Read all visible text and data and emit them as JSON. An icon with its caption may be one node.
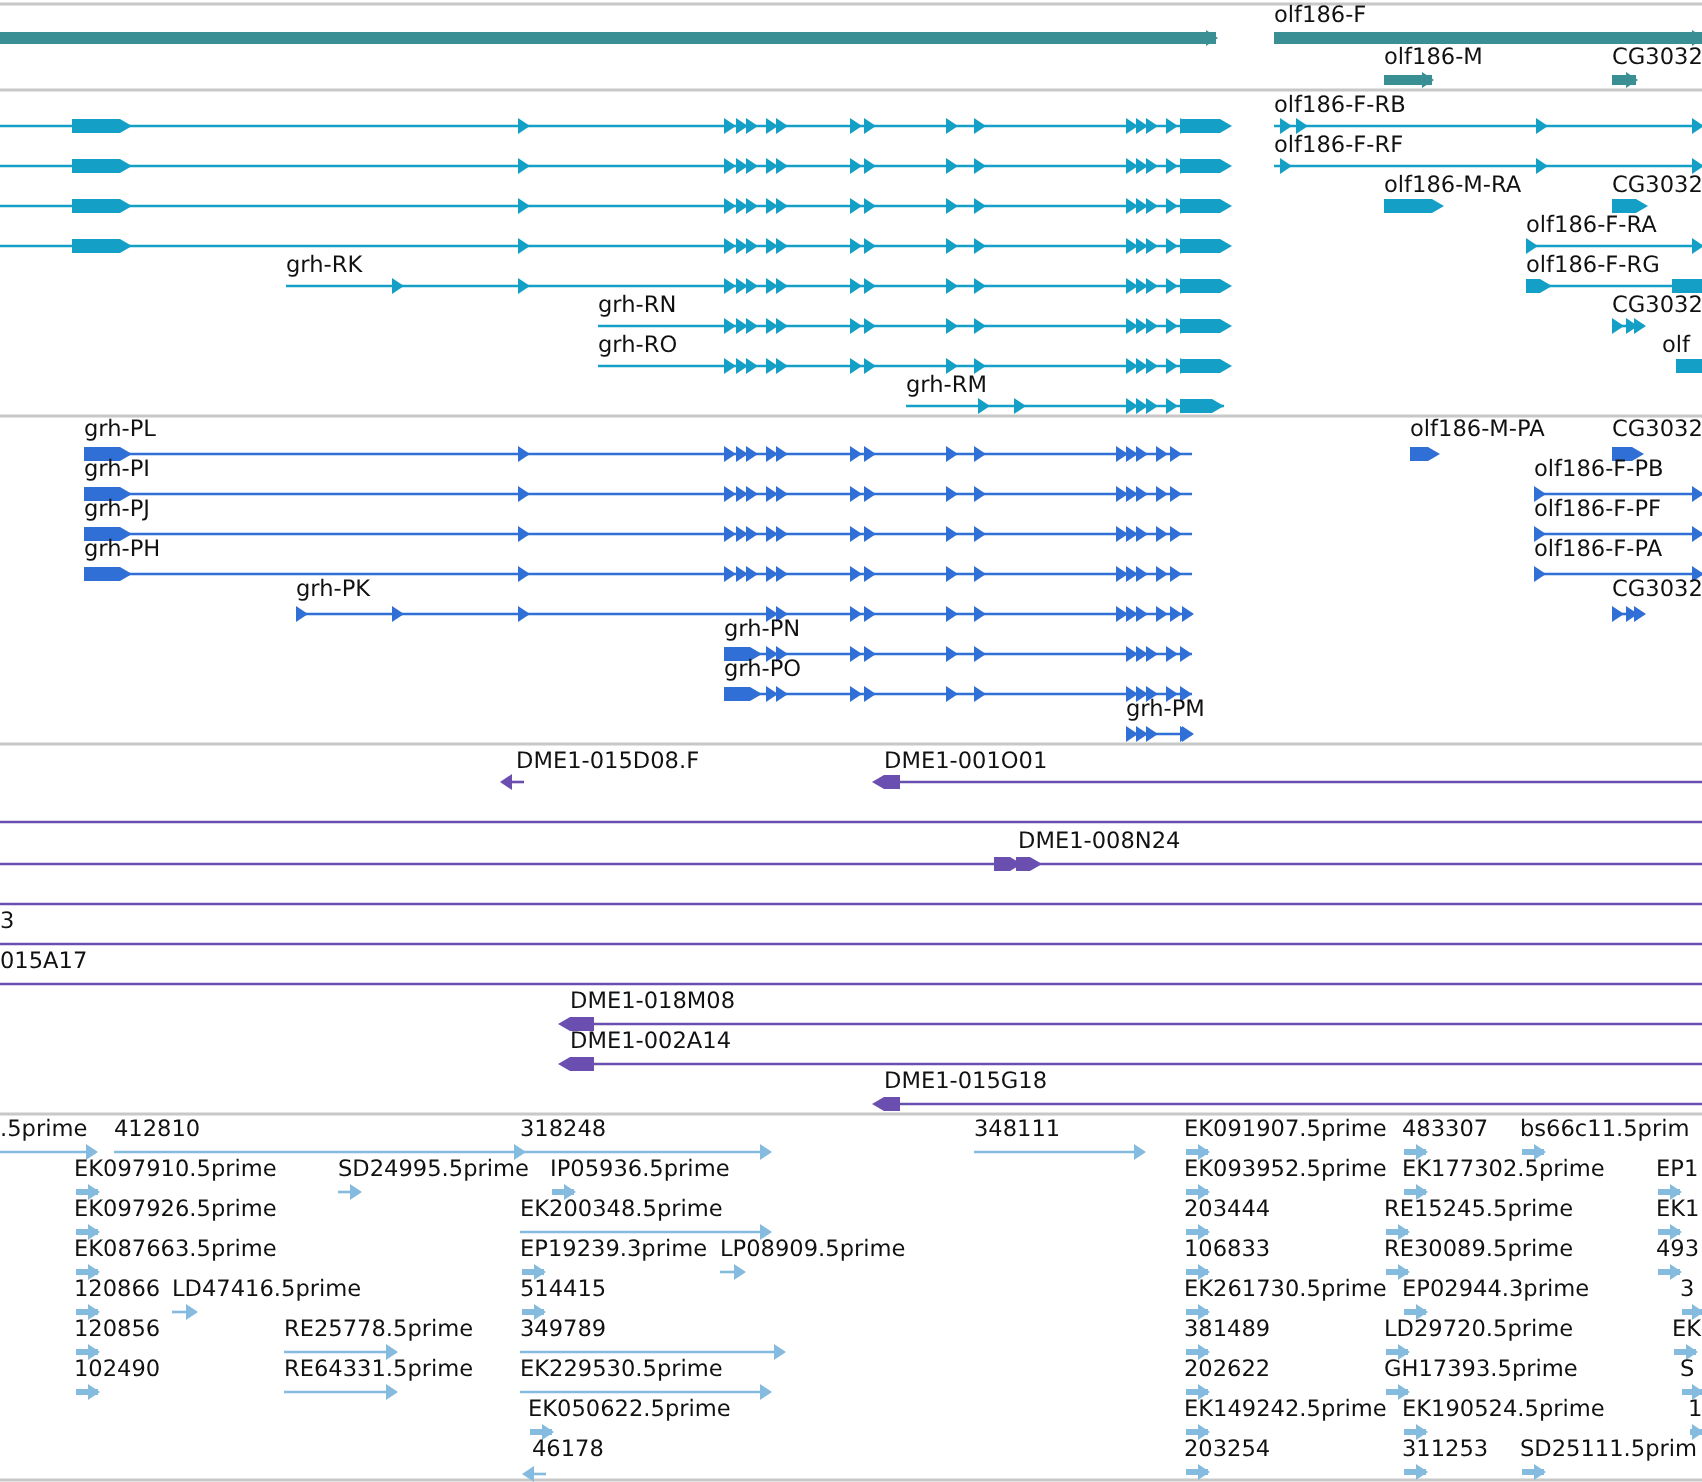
{
  "diagram": {
    "labels": [
      "olf186-F",
      "olf186-M",
      "CG3032",
      "olf186-F-RB",
      "olf186-F-RF",
      "olf186-M-RA",
      "CG3032",
      "olf186-F-RA",
      "grh-RK",
      "olf186-F-RG",
      "grh-RN",
      "CG3032",
      "grh-RO",
      "olf",
      "grh-RM",
      "grh-PL",
      "olf186-M-PA",
      "CG3032",
      "grh-PI",
      "olf186-F-PB",
      "grh-PJ",
      "olf186-F-PF",
      "grh-PH",
      "olf186-F-PA",
      "grh-PK",
      "CG3032",
      "grh-PN",
      "grh-PO",
      "grh-PM",
      "DME1-015D08.F",
      "DME1-001O01",
      "DME1-008N24",
      "3",
      "015A17",
      "DME1-018M08",
      "DME1-002A14",
      "DME1-015G18",
      ".5prime",
      "412810",
      "318248",
      "348111",
      "EK091907.5prime",
      "483307",
      "bs66c11.5prim",
      "EK097910.5prime",
      "SD24995.5prime",
      "IP05936.5prime",
      "EK093952.5prime",
      "EK177302.5prime",
      "EP1",
      "EK097926.5prime",
      "EK200348.5prime",
      "203444",
      "RE15245.5prime",
      "EK1",
      "EK087663.5prime",
      "EP19239.3prime",
      "LP08909.5prime",
      "106833",
      "RE30089.5prime",
      "493",
      "120866",
      "LD47416.5prime",
      "514415",
      "EK261730.5prime",
      "EP02944.3prime",
      "3",
      "120856",
      "RE25778.5prime",
      "349789",
      "381489",
      "LD29720.5prime",
      "EK",
      "102490",
      "RE64331.5prime",
      "EK229530.5prime",
      "202622",
      "GH17393.5prime",
      "S",
      "EK050622.5prime",
      "EK149242.5prime",
      "EK190524.5prime",
      "1",
      "46178",
      "203254",
      "311253",
      "SD25111.5prim"
    ]
  }
}
